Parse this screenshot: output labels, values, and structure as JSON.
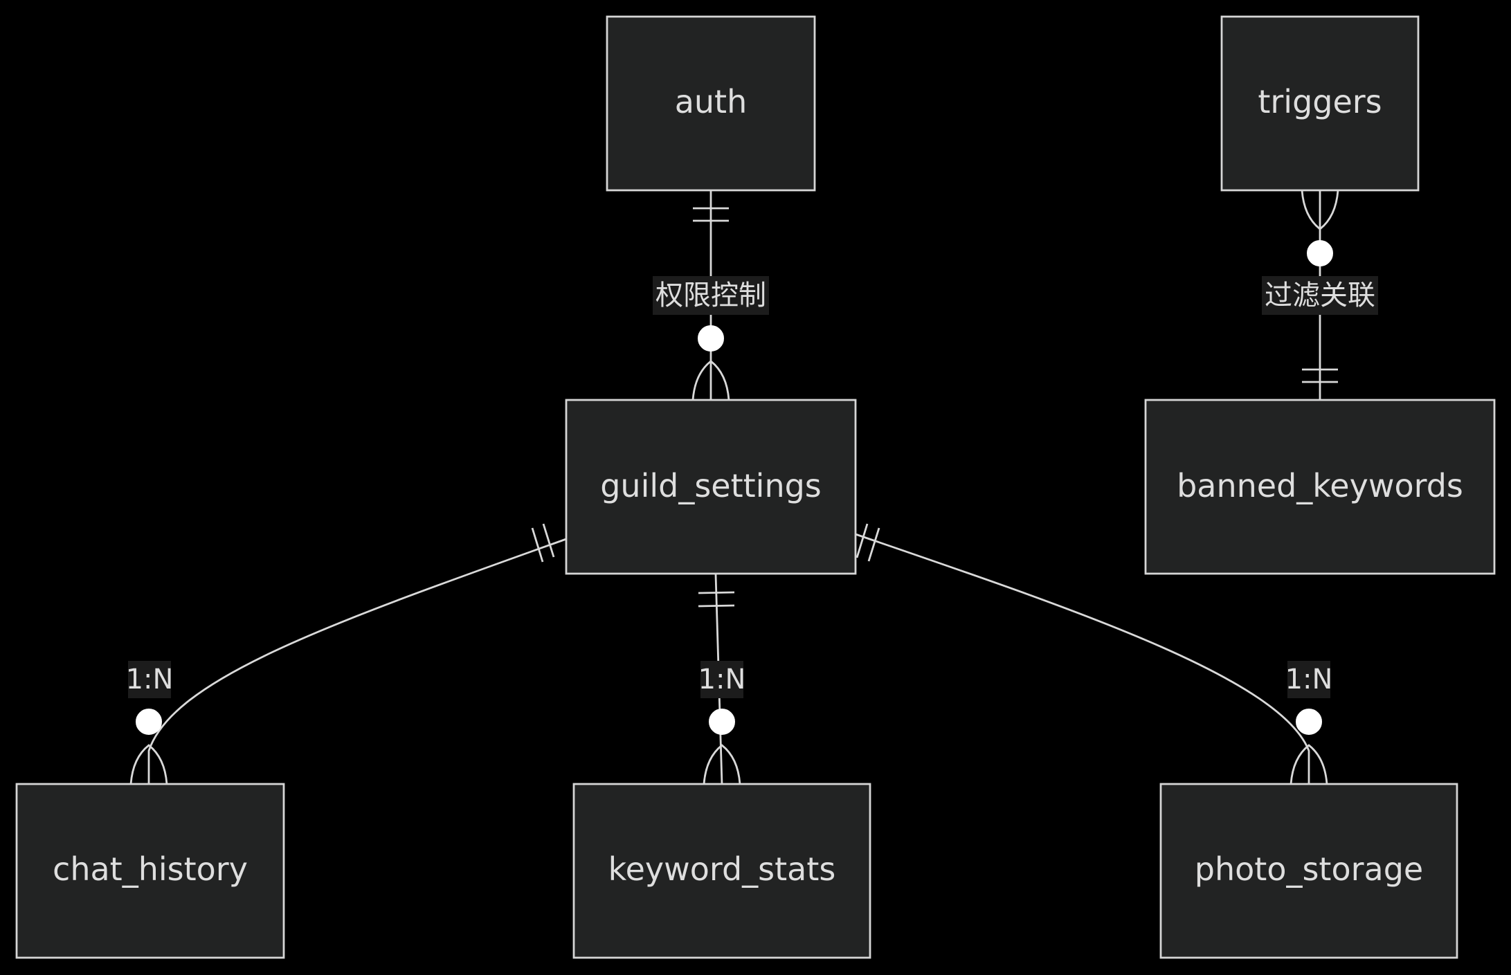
{
  "diagram": {
    "entities": {
      "auth": "auth",
      "triggers": "triggers",
      "guild_settings": "guild_settings",
      "banned_keywords": "banned_keywords",
      "chat_history": "chat_history",
      "keyword_stats": "keyword_stats",
      "photo_storage": "photo_storage"
    },
    "relationships": {
      "auth_guild": {
        "from": "auth",
        "to": "guild_settings",
        "from_cardinality": "exactly-one",
        "to_cardinality": "zero-or-more",
        "label": "权限控制"
      },
      "triggers_banned": {
        "from": "triggers",
        "to": "banned_keywords",
        "from_cardinality": "zero-or-more",
        "to_cardinality": "exactly-one",
        "label": "过滤关联"
      },
      "guild_chat": {
        "from": "guild_settings",
        "to": "chat_history",
        "from_cardinality": "exactly-one",
        "to_cardinality": "zero-or-more",
        "label": "1:N"
      },
      "guild_keyword": {
        "from": "guild_settings",
        "to": "keyword_stats",
        "from_cardinality": "exactly-one",
        "to_cardinality": "zero-or-more",
        "label": "1:N"
      },
      "guild_photo": {
        "from": "guild_settings",
        "to": "photo_storage",
        "from_cardinality": "exactly-one",
        "to_cardinality": "zero-or-more",
        "label": "1:N"
      }
    },
    "colors": {
      "background": "#000000",
      "entity_fill": "#222323",
      "entity_stroke": "#d6d6d6",
      "line": "#d9d9d9",
      "text": "#dedede",
      "label_bg": "#1c1c1c"
    }
  }
}
